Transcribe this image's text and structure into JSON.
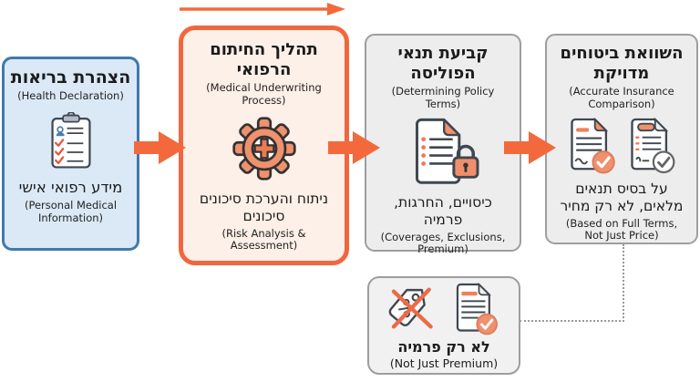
{
  "colors": {
    "accent_orange": "#f2673e",
    "salmon_icon_fill": "#f0916d",
    "cross_orange": "#ef7a52",
    "blue_border": "#4179ab",
    "blue_box_bg": "#dbe9f7",
    "orange_box_bg": "#fdf0e8",
    "gray_border": "#9e9e9e",
    "gray_box_bg": "#ededed",
    "icon_outline": "#3f4750",
    "check_red": "#e25840",
    "dotted_connector": "#9a9a9a"
  },
  "steps": [
    {
      "id": "health-declaration",
      "icon": "clipboard-checklist-icon",
      "title_he": "הצהרת בריאות",
      "title_en": "(Health Declaration)",
      "sub_he": "מידע רפואי אישי",
      "sub_en": "(Personal Medical\nInformation)"
    },
    {
      "id": "medical-underwriting",
      "icon": "medical-gear-icon",
      "title_he": "תהליך החיתום\nהרפואי",
      "title_en": "(Medical Underwriting\nProcess)",
      "sub_he": "ניתוח והערכת סיכונים\nסיכונים",
      "sub_en": "(Risk Analysis &\nAssessment)"
    },
    {
      "id": "policy-terms",
      "icon": "document-lock-icon",
      "title_he": "קביעת תנאי\nהפוליסה",
      "title_en": "(Determining Policy\nTerms)",
      "sub_he": "כיסויים, החרגות,\nפרמיה",
      "sub_en": "(Coverages, Exclusions,\nPremium)"
    },
    {
      "id": "insurance-comparison",
      "icon": "documents-compare-check-icon",
      "title_he": "השוואת ביטוחים\nמדויקת",
      "title_en": "(Accurate Insurance\nComparison)",
      "sub_he": "על בסיס תנאים\nמלאים, לא רק מחיר",
      "sub_en": "(Based on Full Terms,\nNot Just Price)"
    }
  ],
  "note": {
    "icons": [
      "crossed-price-tag-icon",
      "document-check-icon"
    ],
    "label_he": "לא רק פרמיה",
    "label_en": "(Not Just Premium)"
  }
}
